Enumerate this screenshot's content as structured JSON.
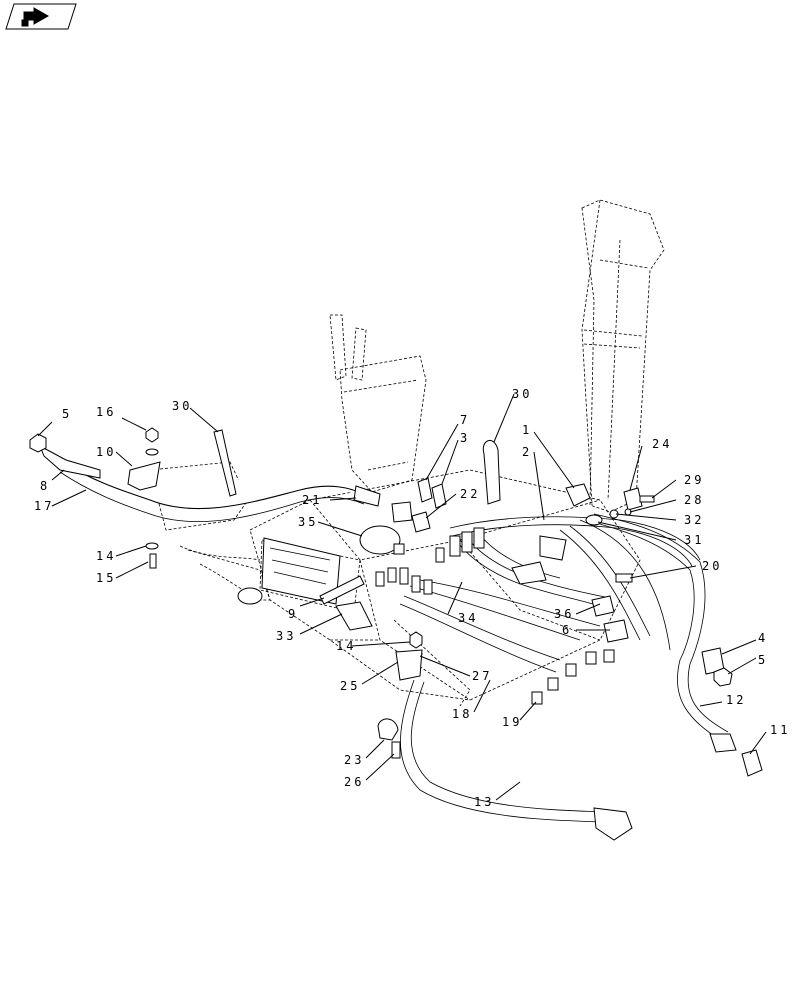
{
  "callouts": [
    {
      "id": "c5a",
      "text": "5"
    },
    {
      "id": "c16",
      "text": "16"
    },
    {
      "id": "c30a",
      "text": "30"
    },
    {
      "id": "c10",
      "text": "10"
    },
    {
      "id": "c8",
      "text": "8"
    },
    {
      "id": "c17",
      "text": "17"
    },
    {
      "id": "c14a",
      "text": "14"
    },
    {
      "id": "c15",
      "text": "15"
    },
    {
      "id": "c21",
      "text": "21"
    },
    {
      "id": "c35",
      "text": "35"
    },
    {
      "id": "c9",
      "text": "9"
    },
    {
      "id": "c33",
      "text": "33"
    },
    {
      "id": "c7",
      "text": "7"
    },
    {
      "id": "c3",
      "text": "3"
    },
    {
      "id": "c22",
      "text": "22"
    },
    {
      "id": "c30b",
      "text": "30"
    },
    {
      "id": "c1",
      "text": "1"
    },
    {
      "id": "c2",
      "text": "2"
    },
    {
      "id": "c24",
      "text": "24"
    },
    {
      "id": "c29",
      "text": "29"
    },
    {
      "id": "c28",
      "text": "28"
    },
    {
      "id": "c32",
      "text": "32"
    },
    {
      "id": "c31",
      "text": "31"
    },
    {
      "id": "c20",
      "text": "20"
    },
    {
      "id": "c34",
      "text": "34"
    },
    {
      "id": "c36",
      "text": "36"
    },
    {
      "id": "c6",
      "text": "6"
    },
    {
      "id": "c4",
      "text": "4"
    },
    {
      "id": "c5b",
      "text": "5"
    },
    {
      "id": "c12",
      "text": "12"
    },
    {
      "id": "c11",
      "text": "11"
    },
    {
      "id": "c14b",
      "text": "14"
    },
    {
      "id": "c27",
      "text": "27"
    },
    {
      "id": "c25",
      "text": "25"
    },
    {
      "id": "c18",
      "text": "18"
    },
    {
      "id": "c19",
      "text": "19"
    },
    {
      "id": "c23",
      "text": "23"
    },
    {
      "id": "c26",
      "text": "26"
    },
    {
      "id": "c13",
      "text": "13"
    }
  ],
  "nav_icon": "arrow-right-icon"
}
